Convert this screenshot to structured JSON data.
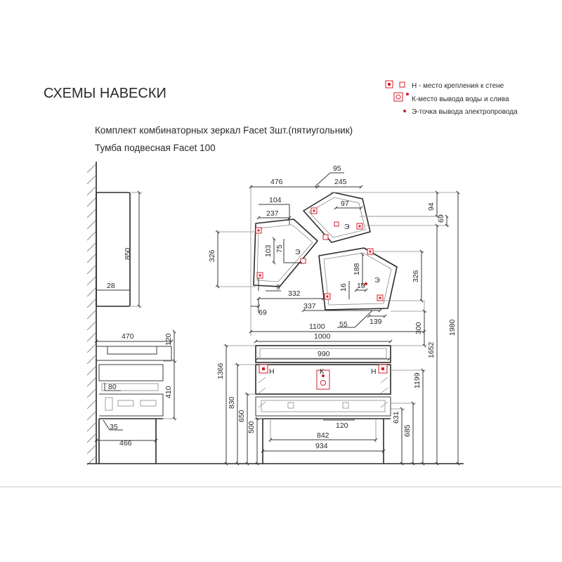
{
  "header": {
    "title": "СХЕМЫ НАВЕСКИ",
    "line1": "Комплект комбинаторных зеркал Facet  3шт.(пятиугольник)",
    "line2": "Тумба подвесная Facet 100"
  },
  "legend": {
    "h": "Н - место крепления к стене",
    "k": "К-место вывода воды и слива",
    "e": "Э-точка вывода электропровода"
  },
  "marks": {
    "h": "Н",
    "k": "К",
    "e": "Э"
  },
  "colors": {
    "marker": "#d21f2b",
    "line": "#3a3a3a"
  },
  "dims": {
    "d850": "850",
    "d28": "28",
    "d470": "470",
    "d120": "120",
    "d410": "410",
    "d80": "80",
    "d35": "35",
    "d466": "466",
    "d476": "476",
    "d95": "95",
    "d245": "245",
    "d104": "104",
    "d237": "237",
    "d97": "97",
    "d94": "94",
    "d69a": "69",
    "d326a": "326",
    "d103": "103",
    "d75": "75",
    "d9": "9",
    "d332": "332",
    "d69b": "69",
    "d188": "188",
    "d326b": "326",
    "d16": "16",
    "d10": "10",
    "d337": "337",
    "d1100": "1100",
    "d55": "55",
    "d139": "139",
    "d300": "300",
    "d1000": "1000",
    "d990": "990",
    "d1980": "1980",
    "d1652": "1652",
    "d1366": "1366",
    "d1199": "1199",
    "d830": "830",
    "d650": "650",
    "d500": "500",
    "d631": "631",
    "d685": "685",
    "d120b": "120",
    "d842": "842",
    "d934": "934"
  }
}
